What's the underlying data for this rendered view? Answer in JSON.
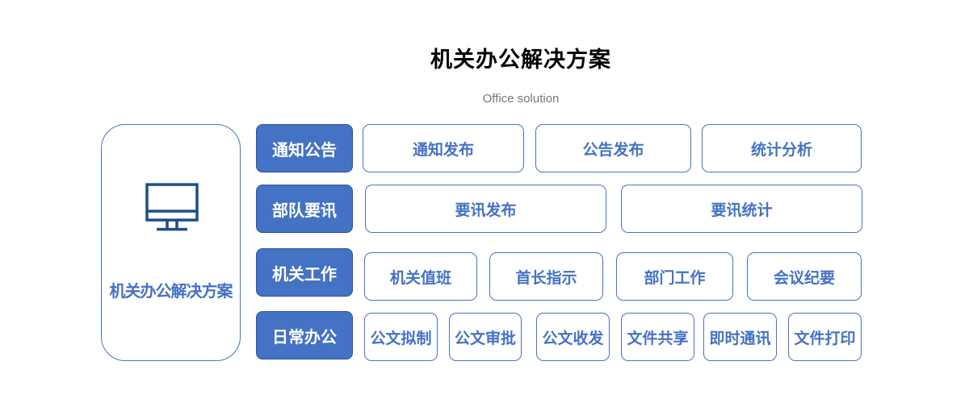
{
  "title": "机关办公解决方案",
  "subtitle": "Office solution",
  "left_panel": {
    "label": "机关办公解决方案",
    "icon": "monitor-icon"
  },
  "colors": {
    "accent": "#4472c4",
    "border": "#4a72c4"
  },
  "rows": [
    {
      "category": "通知公告",
      "items": [
        "通知发布",
        "公告发布",
        "统计分析"
      ]
    },
    {
      "category": "部队要讯",
      "items": [
        "要讯发布",
        "要讯统计"
      ]
    },
    {
      "category": "机关工作",
      "items": [
        "机关值班",
        "首长指示",
        "部门工作",
        "会议纪要"
      ]
    },
    {
      "category": "日常办公",
      "items": [
        "公文拟制",
        "公文审批",
        "公文收发",
        "文件共享",
        "即时通讯",
        "文件打印"
      ]
    }
  ]
}
